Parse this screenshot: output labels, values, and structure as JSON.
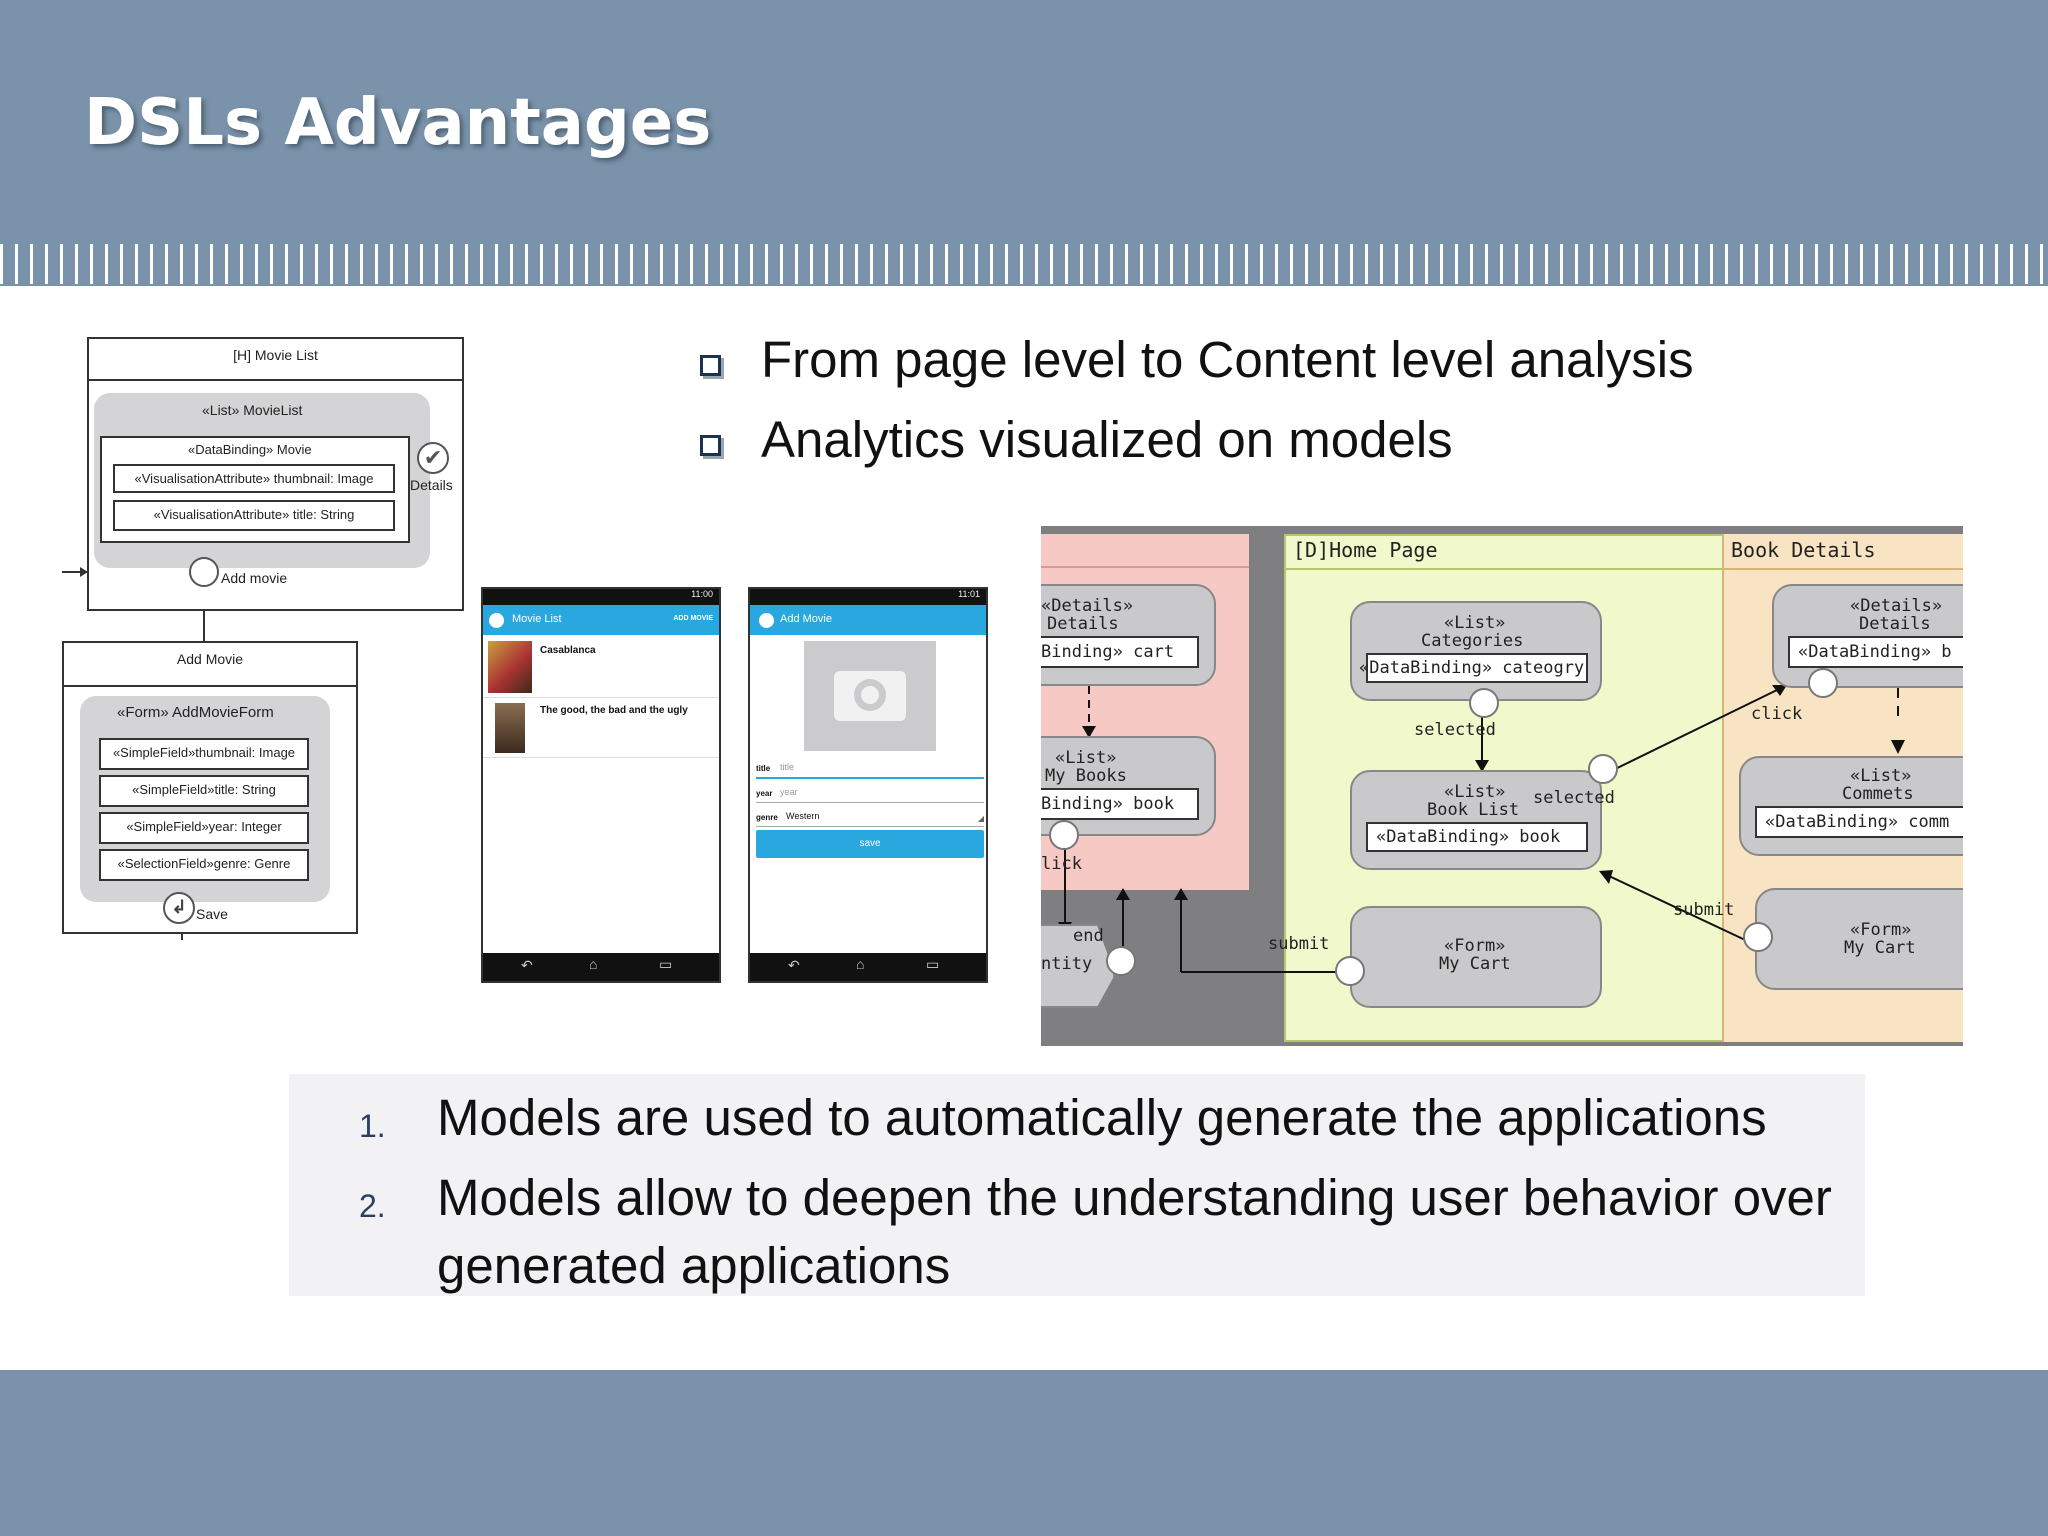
{
  "slide": {
    "title": "DSLs Advantages",
    "bullets": [
      "From page level to Content level  analysis",
      "Analytics visualized on models"
    ],
    "conclusions": [
      {
        "number": "1.",
        "text": "Models are used to automatically generate the applications"
      },
      {
        "number": "2.",
        "text_line1": "Models allow to deepen the understanding user behavior over",
        "text_line2": "generated applications"
      }
    ]
  },
  "model_diagram": {
    "movie_list_title": "[H] Movie List",
    "list_label": "«List» MovieList",
    "databinding_label": "«DataBinding» Movie",
    "thumbnail_attr": "«VisualisationAttribute» thumbnail: Image",
    "title_attr": "«VisualisationAttribute» title: String",
    "details_label": "Details",
    "add_movie_label": "Add movie",
    "add_movie_title": "Add Movie",
    "form_label": "«Form» AddMovieForm",
    "fields": [
      "«SimpleField»thumbnail: Image",
      "«SimpleField»title: String",
      "«SimpleField»year: Integer",
      "«SelectionField»genre: Genre"
    ],
    "save_label": "Save"
  },
  "phone_list": {
    "time": "11:00",
    "title": "Movie List",
    "action": "ADD MOVIE",
    "items": [
      "Casablanca",
      "The good, the bad and the ugly"
    ]
  },
  "phone_add": {
    "time": "11:01",
    "title": "Add Movie",
    "fields": [
      {
        "label": "title",
        "placeholder": "title"
      },
      {
        "label": "year",
        "placeholder": "year"
      },
      {
        "label": "genre",
        "value": "Western"
      }
    ],
    "save_label": "save"
  },
  "navigation_diagram": {
    "home_title": "[D]Home Page",
    "book_details_title": "Book Details",
    "left_col": {
      "details_stereo": "«Details»",
      "details_name": "Details",
      "details_binding": "Binding» cart",
      "list_stereo": "«List»",
      "list_name": "My Books",
      "list_binding": "Binding» book",
      "click_label": "lick",
      "end_label": "end",
      "entity_label": "ntity"
    },
    "home": {
      "categories_stereo": "«List»",
      "categories_name": "Categories",
      "categories_binding": "«DataBinding» cateogry",
      "selected1": "selected",
      "booklist_stereo": "«List»",
      "booklist_name": "Book List",
      "booklist_binding": "«DataBinding» book",
      "selected2": "selected",
      "submit_left": "submit",
      "form_stereo": "«Form»",
      "form_name": "My Cart"
    },
    "book": {
      "details_stereo": "«Details»",
      "details_name": "Details",
      "details_binding": "«DataBinding» b",
      "click_label": "click",
      "comments_stereo": "«List»",
      "comments_name": "Commets",
      "comments_binding": "«DataBinding» comm",
      "submit_label": "submit",
      "form_stereo": "«Form»",
      "form_name": "My Cart"
    }
  },
  "colors": {
    "header": "#7a93aa",
    "app_bar": "#29a8e0",
    "pink_region": "#f7c9c4",
    "green_region": "#f1f8cc",
    "orange_region": "#f8e4c2"
  }
}
